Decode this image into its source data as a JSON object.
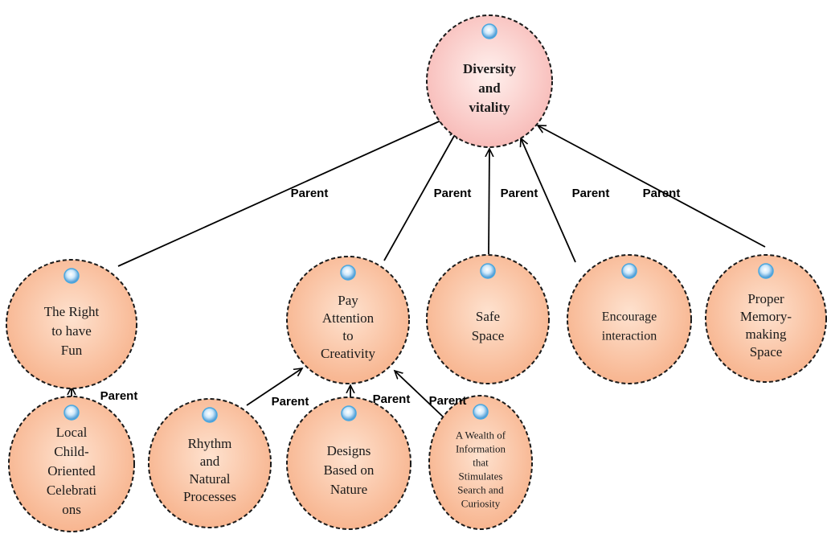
{
  "diagram": {
    "root": {
      "id": "diversity",
      "lines": [
        "Diversity",
        "and",
        "vitality"
      ]
    },
    "nodes": [
      {
        "id": "fun",
        "lines": [
          "The Right",
          "to have",
          "Fun"
        ]
      },
      {
        "id": "creativity",
        "lines": [
          "Pay",
          "Attention",
          "to",
          "Creativity"
        ]
      },
      {
        "id": "safe",
        "lines": [
          "Safe",
          "Space"
        ]
      },
      {
        "id": "interaction",
        "lines": [
          "Encourage",
          "interaction"
        ]
      },
      {
        "id": "memory",
        "lines": [
          "Proper",
          "Memory-",
          "making",
          "Space"
        ]
      },
      {
        "id": "celebrations",
        "lines": [
          "Local",
          "Child-",
          "Oriented",
          "Celebrati",
          "ons"
        ]
      },
      {
        "id": "rhythm",
        "lines": [
          "Rhythm",
          "and",
          "Natural",
          "Processes"
        ]
      },
      {
        "id": "designs",
        "lines": [
          "Designs",
          "Based on",
          "Nature"
        ]
      },
      {
        "id": "wealth",
        "lines": [
          "A Wealth of",
          "Information",
          "that",
          "Stimulates",
          "Search and",
          "Curiosity"
        ]
      }
    ],
    "edges": [
      {
        "from": "fun",
        "to": "diversity",
        "label": "Parent"
      },
      {
        "from": "creativity",
        "to": "diversity",
        "label": "Parent"
      },
      {
        "from": "safe",
        "to": "diversity",
        "label": "Parent"
      },
      {
        "from": "interaction",
        "to": "diversity",
        "label": "Parent"
      },
      {
        "from": "memory",
        "to": "diversity",
        "label": "Parent"
      },
      {
        "from": "celebrations",
        "to": "fun",
        "label": "Parent"
      },
      {
        "from": "rhythm",
        "to": "creativity",
        "label": "Parent"
      },
      {
        "from": "designs",
        "to": "creativity",
        "label": "Parent"
      },
      {
        "from": "wealth",
        "to": "creativity",
        "label": "Parent"
      }
    ],
    "colors": {
      "root_fill_center": "#fff1ee",
      "root_fill_edge": "#f7b7b4",
      "node_fill_center": "#fee2cf",
      "node_fill_edge": "#f7b18a",
      "outline": "#1a1a1a",
      "dot_fill": "#4aa8e0"
    }
  }
}
